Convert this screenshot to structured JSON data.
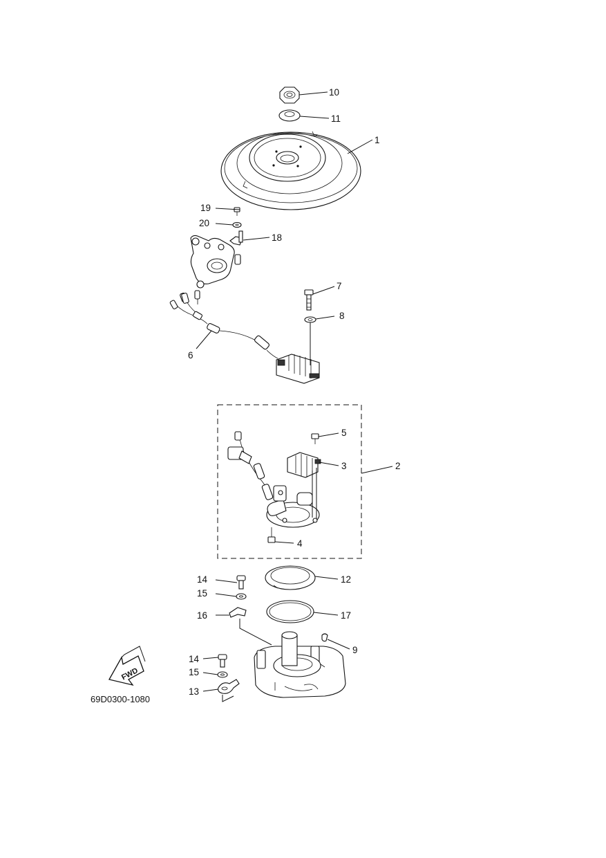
{
  "diagram": {
    "callouts": [
      {
        "id": "10",
        "text": "10"
      },
      {
        "id": "11",
        "text": "11"
      },
      {
        "id": "1",
        "text": "1"
      },
      {
        "id": "19",
        "text": "19"
      },
      {
        "id": "20",
        "text": "20"
      },
      {
        "id": "18",
        "text": "18"
      },
      {
        "id": "7",
        "text": "7"
      },
      {
        "id": "8",
        "text": "8"
      },
      {
        "id": "6",
        "text": "6"
      },
      {
        "id": "5",
        "text": "5"
      },
      {
        "id": "3",
        "text": "3"
      },
      {
        "id": "2",
        "text": "2"
      },
      {
        "id": "4",
        "text": "4"
      },
      {
        "id": "14a",
        "text": "14"
      },
      {
        "id": "12",
        "text": "12"
      },
      {
        "id": "15a",
        "text": "15"
      },
      {
        "id": "16",
        "text": "16"
      },
      {
        "id": "17",
        "text": "17"
      },
      {
        "id": "9",
        "text": "9"
      },
      {
        "id": "14b",
        "text": "14"
      },
      {
        "id": "15b",
        "text": "15"
      },
      {
        "id": "13",
        "text": "13"
      }
    ],
    "fwd_label": "FWD",
    "drawing_code": "69D0300-1080"
  }
}
